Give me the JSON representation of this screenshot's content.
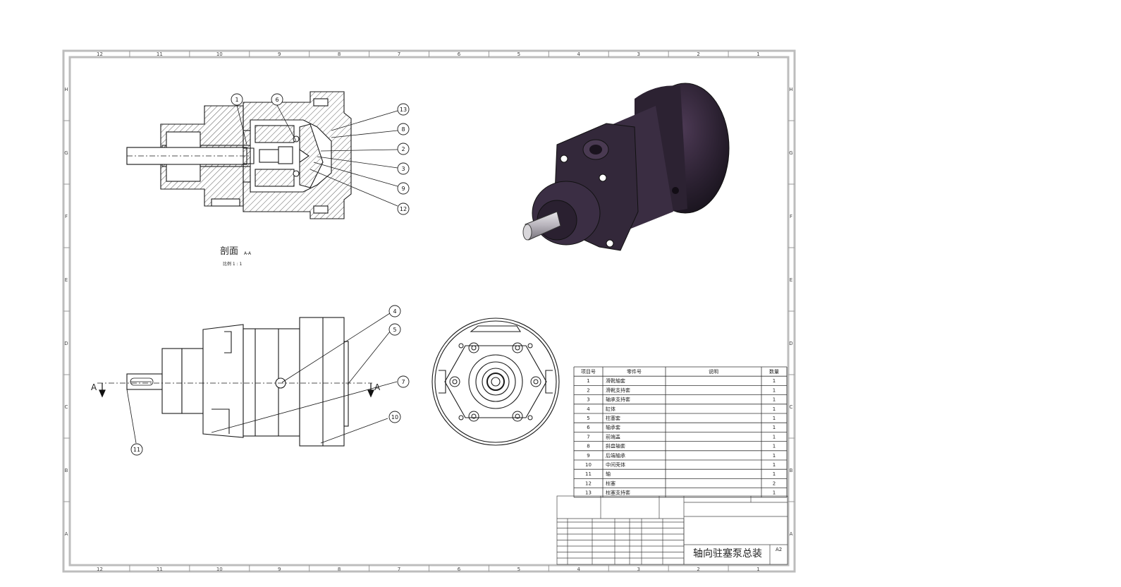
{
  "drawing": {
    "title": "轴向驻塞泵总装",
    "sheet_size": "A2",
    "section_label": "剖面",
    "section_id": "A-A",
    "section_scale": "比例 1 : 1",
    "cut_marker": "A"
  },
  "zones": {
    "columns": [
      "12",
      "11",
      "10",
      "9",
      "8",
      "7",
      "6",
      "5",
      "4",
      "3",
      "2",
      "1"
    ],
    "rows": [
      "H",
      "G",
      "F",
      "E",
      "D",
      "C",
      "B",
      "A"
    ]
  },
  "balloons_section": [
    "1",
    "6",
    "13",
    "8",
    "2",
    "3",
    "9",
    "12"
  ],
  "balloons_front": [
    "4",
    "5",
    "7",
    "10",
    "11"
  ],
  "bom": {
    "headers": [
      "项目号",
      "零件号",
      "说明",
      "数量"
    ],
    "rows": [
      {
        "no": "1",
        "name": "滑靴轴套",
        "desc": "",
        "qty": "1"
      },
      {
        "no": "2",
        "name": "滑靴支持套",
        "desc": "",
        "qty": "1"
      },
      {
        "no": "3",
        "name": "轴承支持套",
        "desc": "",
        "qty": "1"
      },
      {
        "no": "4",
        "name": "缸体",
        "desc": "",
        "qty": "1"
      },
      {
        "no": "5",
        "name": "柱塞套",
        "desc": "",
        "qty": "1"
      },
      {
        "no": "6",
        "name": "轴承套",
        "desc": "",
        "qty": "1"
      },
      {
        "no": "7",
        "name": "前端盖",
        "desc": "",
        "qty": "1"
      },
      {
        "no": "8",
        "name": "斜盘轴套",
        "desc": "",
        "qty": "1"
      },
      {
        "no": "9",
        "name": "后端轴承",
        "desc": "",
        "qty": "1"
      },
      {
        "no": "10",
        "name": "中间壳体",
        "desc": "",
        "qty": "1"
      },
      {
        "no": "11",
        "name": "轴",
        "desc": "",
        "qty": "1"
      },
      {
        "no": "12",
        "name": "柱塞",
        "desc": "",
        "qty": "2"
      },
      {
        "no": "13",
        "name": "柱塞支持套",
        "desc": "",
        "qty": "1"
      }
    ]
  },
  "colors": {
    "line": "#1a1a1a",
    "frame": "#bdbdbd",
    "solid_body": "#2a2030"
  }
}
